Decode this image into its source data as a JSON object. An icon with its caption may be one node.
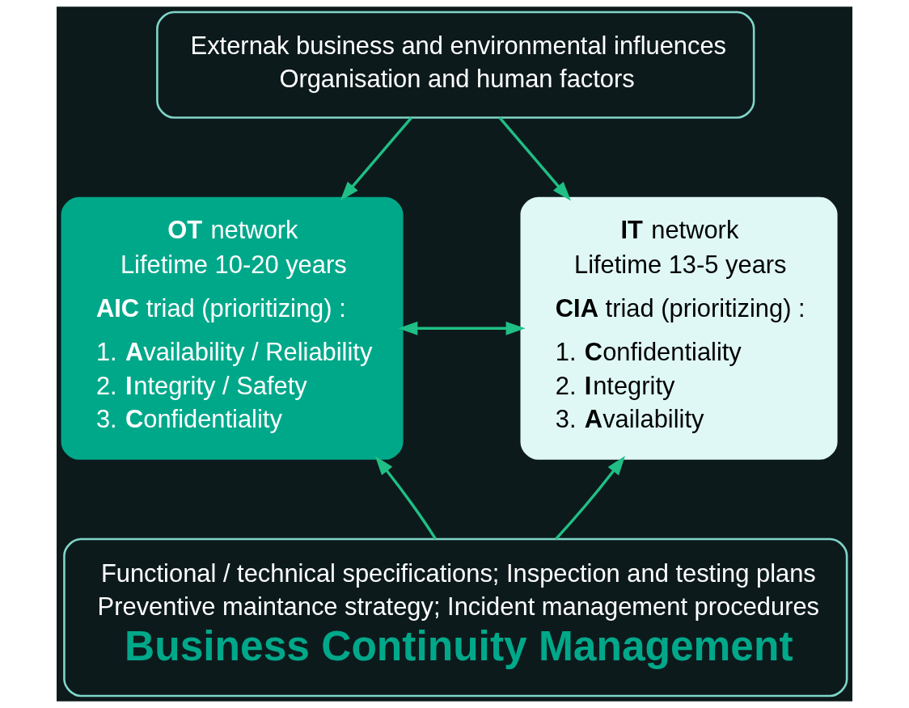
{
  "diagram": {
    "nodes": [
      {
        "text": [
          "Externak business and environmental influences",
          "Organisation and human factors"
        ]
      },
      {
        "text": [
          "**OT** network",
          "Lifetime 10-20 years",
          "**AIC** triad (prioritizing) :",
          "1. **A**vailability / Reliability",
          "2. **I**ntegrity / Safety",
          "3. **C**onfidentiality"
        ]
      },
      {
        "text": [
          "**IT** network",
          "Lifetime 13-5 years",
          "**CIA** triad (prioritizing) :",
          "1. **C**onfidentiality",
          "2. **I**ntegrity",
          "3. **A**vailability"
        ]
      },
      {
        "text": [
          "Functional / technical specifications; Inspection and testing plans",
          "Preventive maintance strategy; Incident management procedures",
          "Business Continuity Management"
        ]
      }
    ],
    "edges": [
      {
        "from": 0,
        "to": 1,
        "arrow": "to"
      },
      {
        "from": 0,
        "to": 2,
        "arrow": "to"
      },
      {
        "from": 1,
        "to": 2,
        "arrow": "both"
      },
      {
        "from": 3,
        "to": 1,
        "arrow": "to"
      },
      {
        "from": 3,
        "to": 2,
        "arrow": "to"
      }
    ]
  }
}
